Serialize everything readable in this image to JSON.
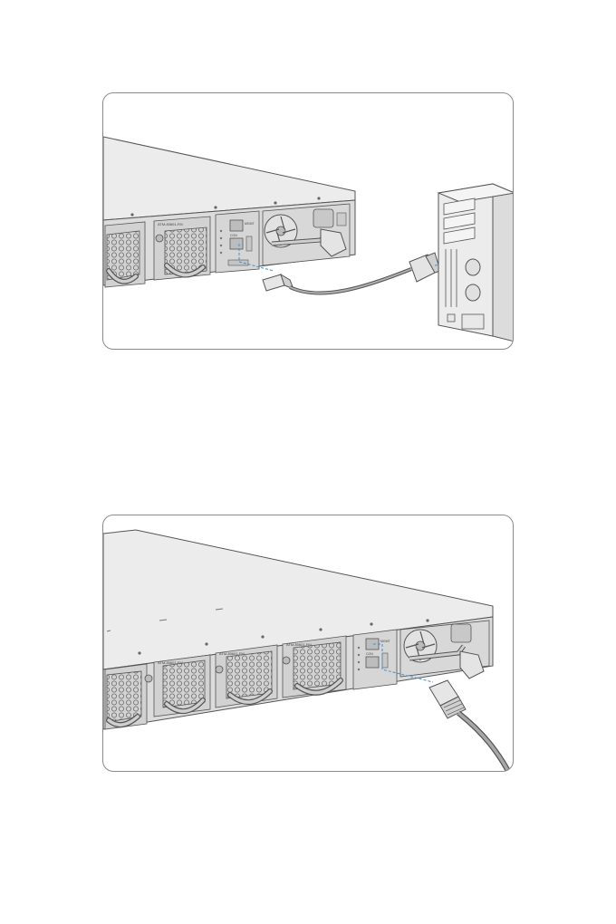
{
  "figures": [
    {
      "id": "console-connection",
      "module_labels": [
        "ATM-80601-FM"
      ],
      "port_labels": {
        "console": "CON",
        "mgmt": "MGMT"
      }
    },
    {
      "id": "management-ethernet-connection",
      "module_labels": [
        "ATM-80601-FM",
        "ATM-80601-FM",
        "ATM-80601-FM"
      ],
      "port_labels": {
        "console": "CON",
        "mgmt": "MGMT"
      }
    }
  ],
  "colors": {
    "outline": "#555555",
    "chassis_top": "#e9e9e9",
    "chassis_front": "#dadada",
    "cable": "#8c8c8c",
    "guide_line": "#3b8fd6",
    "frame": "#8a8a8a"
  }
}
